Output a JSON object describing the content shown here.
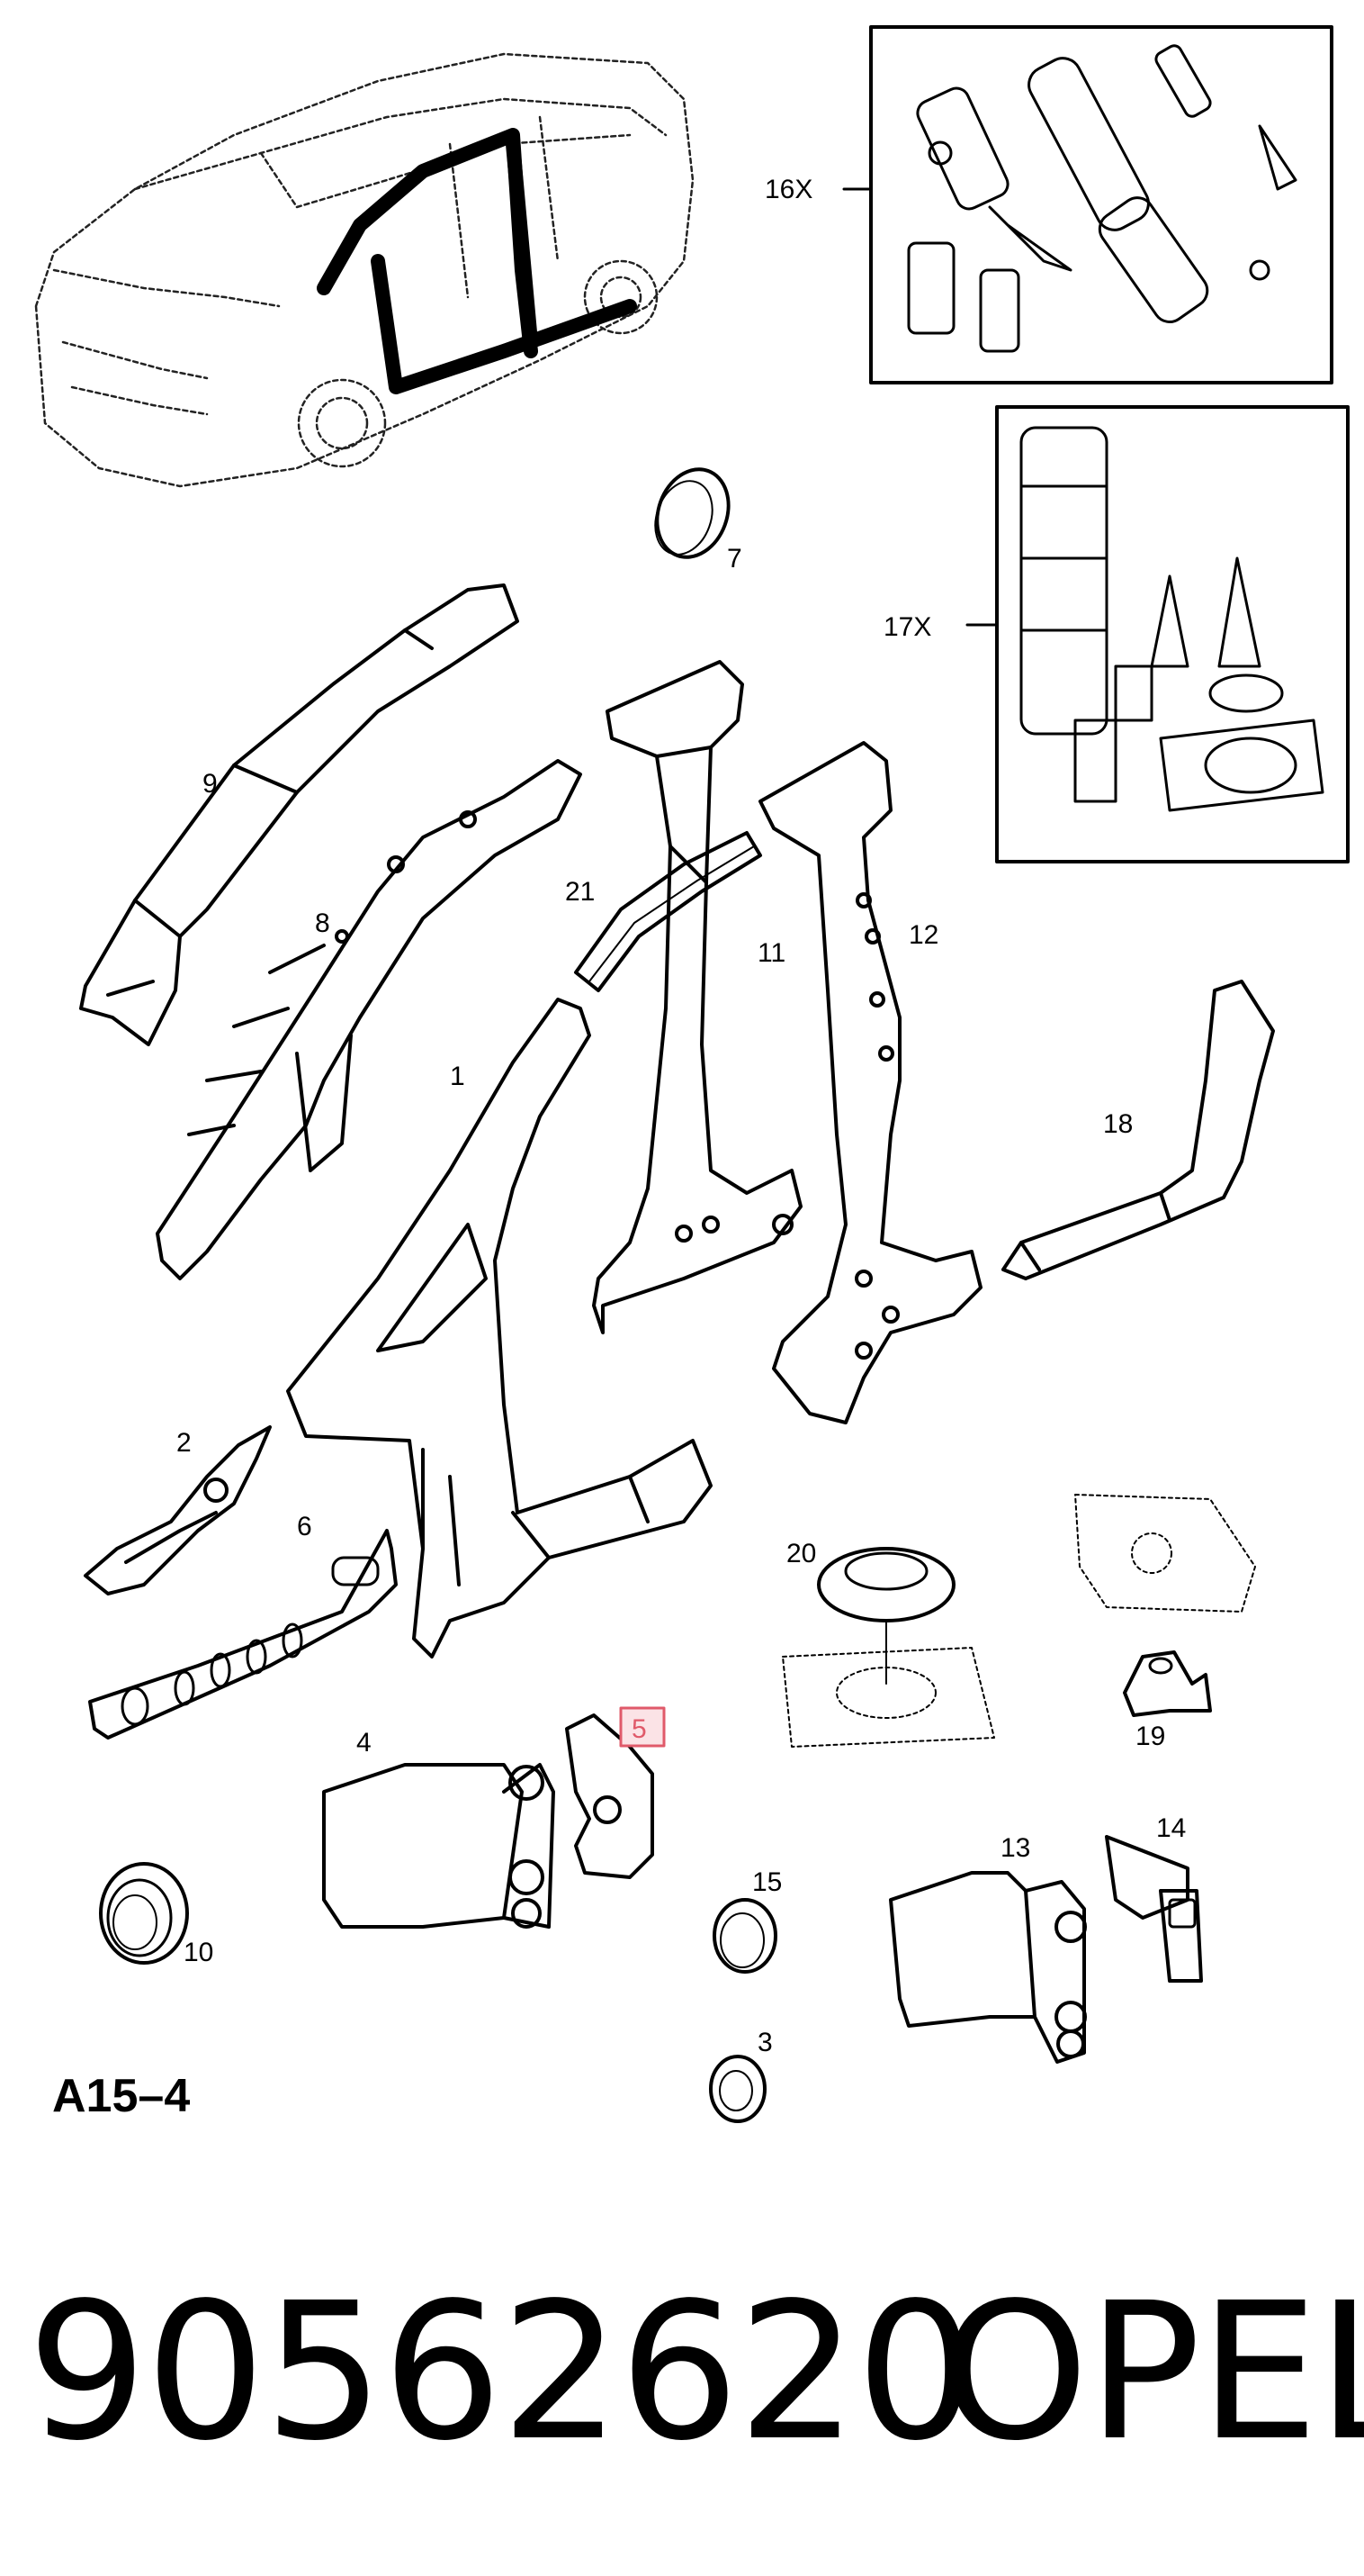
{
  "diagram_code": "A15–4",
  "part_number": "90562620",
  "brand": "OPEL",
  "highlighted_callout": "5",
  "highlight_color": "#e05a6a",
  "callouts": {
    "c1": "1",
    "c2": "2",
    "c3": "3",
    "c4": "4",
    "c5": "5",
    "c6": "6",
    "c7": "7",
    "c8": "8",
    "c9": "9",
    "c10": "10",
    "c11": "11",
    "c12": "12",
    "c13": "13",
    "c14": "14",
    "c15": "15",
    "c16": "16X",
    "c17": "17X",
    "c18": "18",
    "c19": "19",
    "c20": "20",
    "c21": "21"
  }
}
